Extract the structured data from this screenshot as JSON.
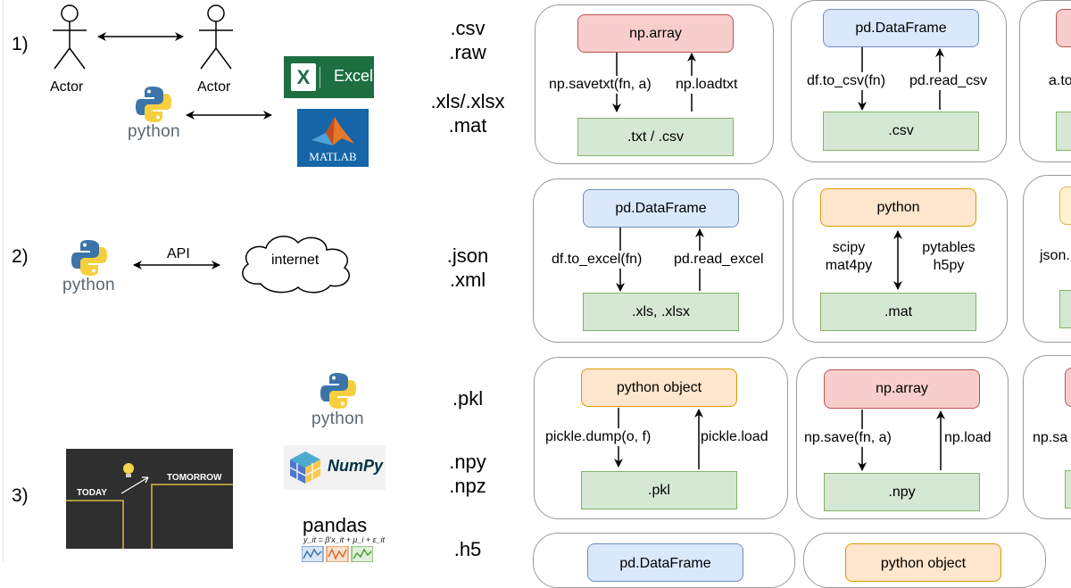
{
  "row_numbers": [
    "1)",
    "2)",
    "3)"
  ],
  "left": {
    "actor_left": "Actor",
    "actor_right": "Actor",
    "python_wordmark": "python",
    "excel_label": "Excel",
    "matlab_label": "MATLAB",
    "api_label": "API",
    "internet_label": "internet",
    "numpy_label": "NumPy",
    "pandas_label": "pandas",
    "pandas_formula": "y_it = β'x_it + μ_i + ε_it",
    "board_today": "TODAY",
    "board_tomorrow": "TOMORROW"
  },
  "extensions": {
    "csv": ".csv",
    "raw": ".raw",
    "xls": ".xls/.xlsx",
    "mat": ".mat",
    "json": ".json",
    "xml": ".xml",
    "pkl": ".pkl",
    "npy": ".npy",
    "npz": ".npz",
    "h5": ".h5"
  },
  "cards": {
    "c1": {
      "top": "np.array",
      "bottom": ".txt / .csv",
      "write": "np.savetxt(fn, a)",
      "read": "np.loadtxt"
    },
    "c2": {
      "top": "pd.DataFrame",
      "bottom": ".csv",
      "write": "df.to_csv(fn)",
      "read": "pd.read_csv"
    },
    "c3": {
      "write": "a.to"
    },
    "c4": {
      "top": "pd.DataFrame",
      "bottom": ".xls, .xlsx",
      "write": "df.to_excel(fn)",
      "read": "pd.read_excel"
    },
    "c5": {
      "top": "python",
      "bottom": ".mat",
      "left_1": "scipy",
      "left_2": "mat4py",
      "right_1": "pytables",
      "right_2": "h5py"
    },
    "c6": {
      "write": "json."
    },
    "c7": {
      "top": "python object",
      "bottom": ".pkl",
      "write": "pickle.dump(o, f)",
      "read": "pickle.load"
    },
    "c8": {
      "top": "np.array",
      "bottom": ".npy",
      "write": "np.save(fn, a)",
      "read": "np.load"
    },
    "c9": {
      "write": "np.sa"
    },
    "c10": {
      "top": "pd.DataFrame"
    },
    "c11": {
      "top": "python object"
    }
  },
  "colors": {
    "red_fill": "#f8cecc",
    "blue_fill": "#dae8fc",
    "green_fill": "#d5e8d4",
    "orange_fill": "#ffe6cc",
    "excel_green": "#1d6f42",
    "matlab_blue": "#1565a8",
    "python_blue": "#3a74a8",
    "python_yellow": "#f7cf3e"
  }
}
